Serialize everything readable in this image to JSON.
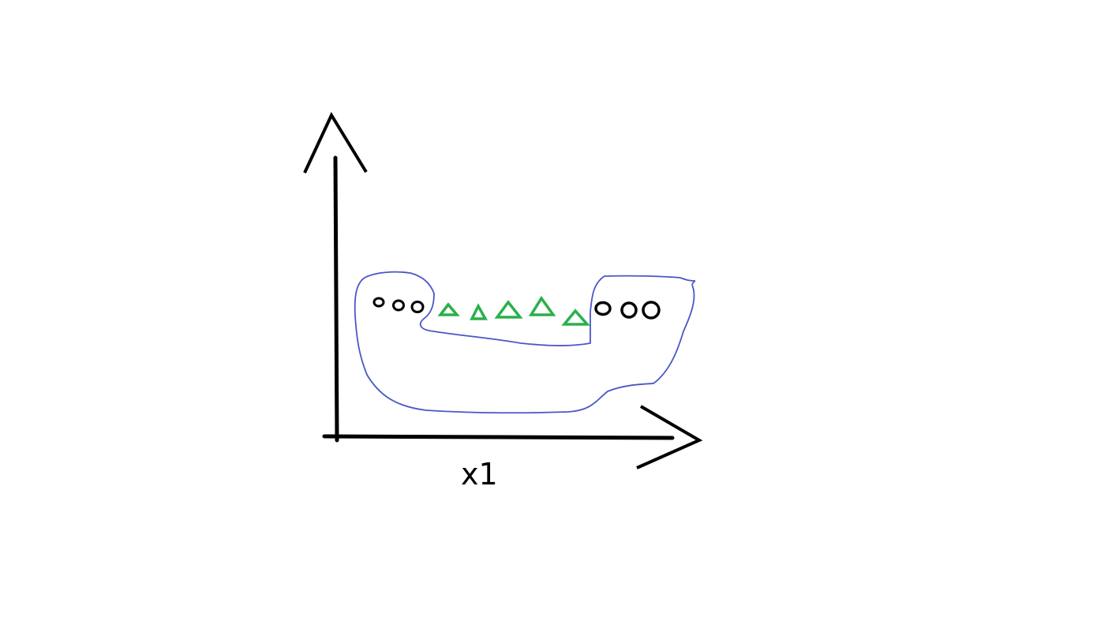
{
  "diagram": {
    "axis_label_x": "x1",
    "colors": {
      "axes": "#000000",
      "boundary": "#4a56c8",
      "circle_class": "#000000",
      "triangle_class": "#2bb04a",
      "background": "#ffffff"
    },
    "markers": {
      "circle_group_left_count": 3,
      "triangle_count": 5,
      "circle_group_right_count": 3
    },
    "icons": {
      "circle": "hollow-circle",
      "triangle": "hollow-triangle",
      "arrow": "open-arrowhead"
    }
  }
}
